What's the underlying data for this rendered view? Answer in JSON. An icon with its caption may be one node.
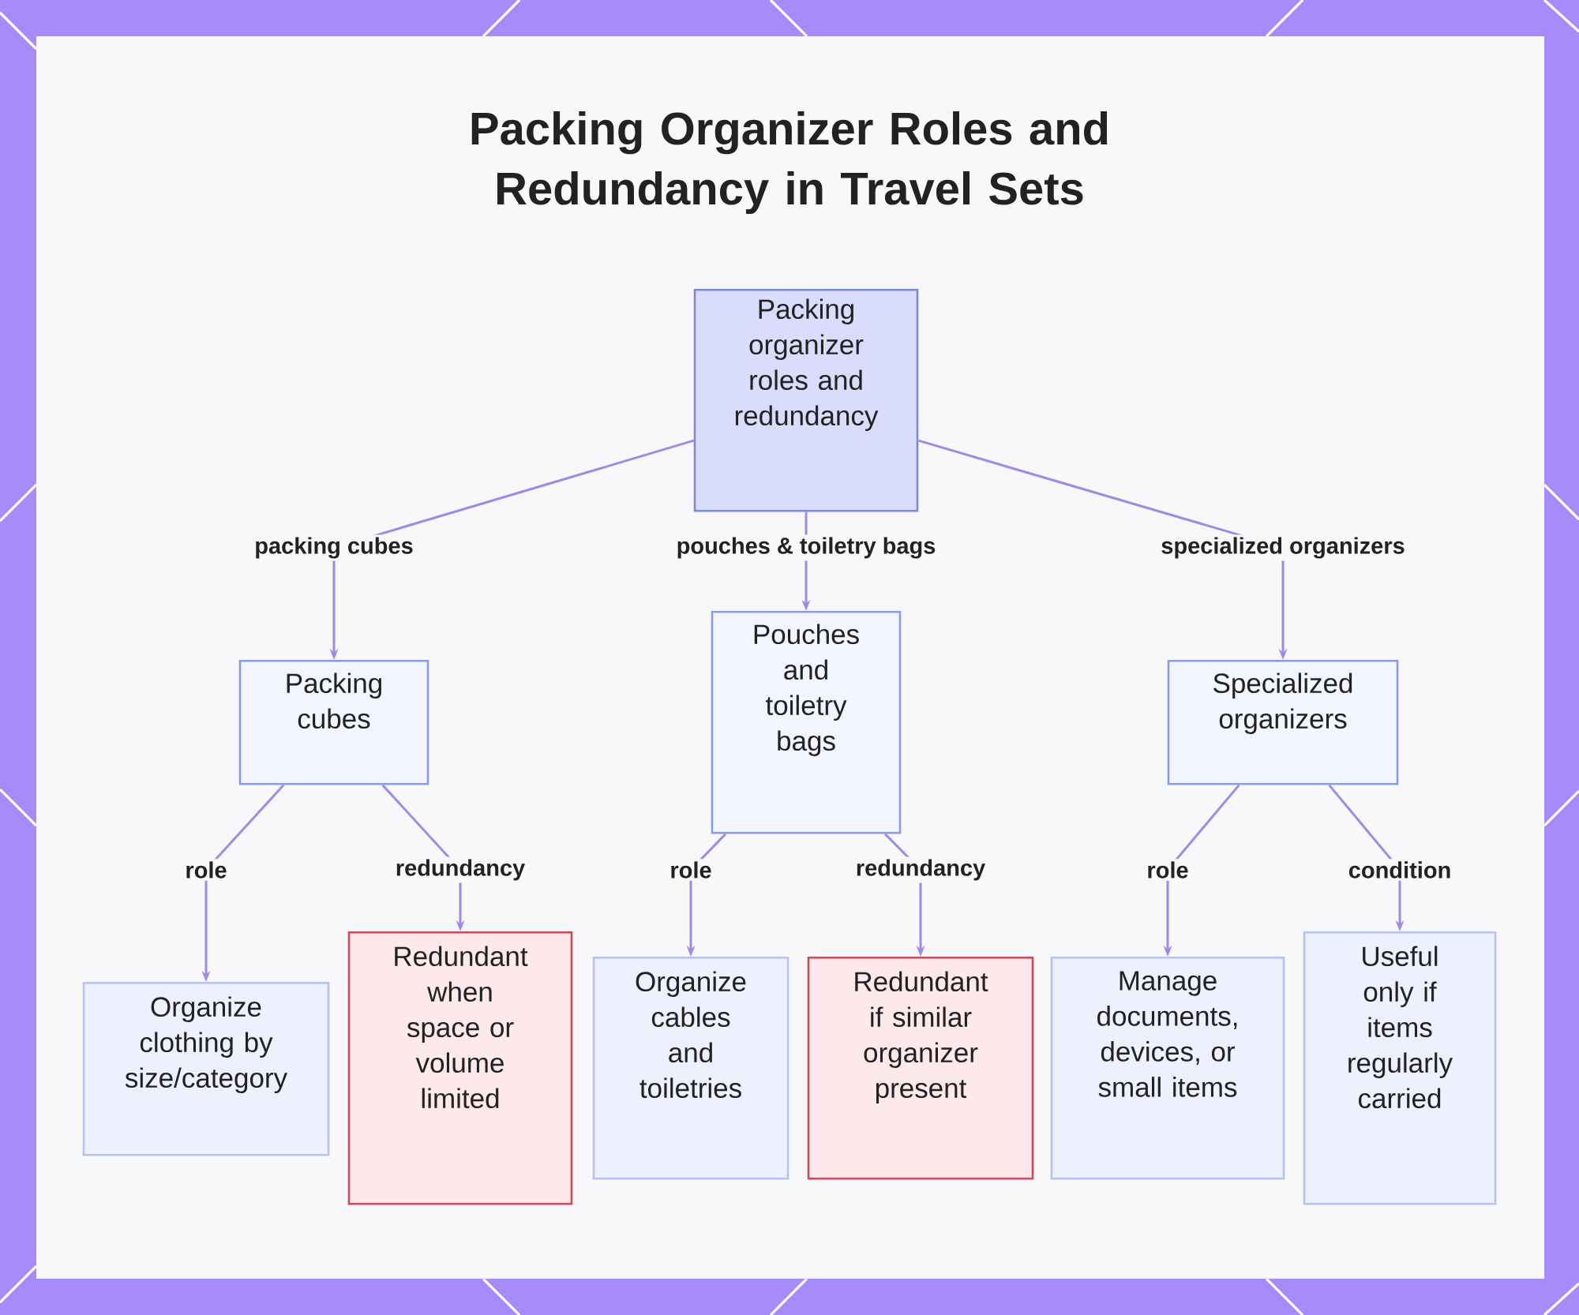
{
  "diagram": {
    "title": "Packing Organizer Roles and Redundancy in Travel Sets",
    "nodes": [
      {
        "text": [
          "Packing organizer roles and redundancy"
        ]
      },
      {
        "text": [
          "Packing cubes"
        ]
      },
      {
        "text": [
          "Pouches and toiletry bags"
        ]
      },
      {
        "text": [
          "Specialized organizers"
        ]
      },
      {
        "text": [
          "Organize clothing by size/category"
        ]
      },
      {
        "text": [
          "Redundant when space or volume limited"
        ]
      },
      {
        "text": [
          "Organize cables and toiletries"
        ]
      },
      {
        "text": [
          "Redundant if similar organizer present"
        ]
      },
      {
        "text": [
          "Manage documents, devices, or small items"
        ]
      },
      {
        "text": [
          "Useful only if items regularly carried"
        ]
      }
    ],
    "edges": [
      {
        "from": 0,
        "to": 1,
        "arrow": "to",
        "label": "packing cubes"
      },
      {
        "from": 0,
        "to": 2,
        "arrow": "to",
        "label": "pouches & toiletry bags"
      },
      {
        "from": 0,
        "to": 3,
        "arrow": "to",
        "label": "specialized organizers"
      },
      {
        "from": 1,
        "to": 4,
        "arrow": "to",
        "label": "role"
      },
      {
        "from": 1,
        "to": 5,
        "arrow": "to",
        "label": "redundancy"
      },
      {
        "from": 2,
        "to": 6,
        "arrow": "to",
        "label": "role"
      },
      {
        "from": 2,
        "to": 7,
        "arrow": "to",
        "label": "redundancy"
      },
      {
        "from": 3,
        "to": 8,
        "arrow": "to",
        "label": "role"
      },
      {
        "from": 3,
        "to": 9,
        "arrow": "to",
        "label": "condition"
      }
    ]
  }
}
